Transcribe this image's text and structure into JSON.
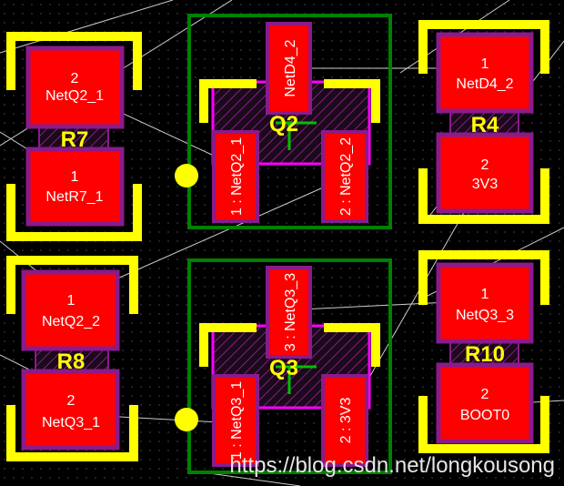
{
  "colors": {
    "background": "#000000",
    "silkscreen": "#ffff00",
    "pad": "#ff0000",
    "pad_outline": "#8b1a8b",
    "courtyard": "#008000",
    "ratsnest": "#cccccc",
    "assembly": "#ff00ff",
    "text": "#ffffff"
  },
  "components": {
    "r7": {
      "designator": "R7",
      "pad1": {
        "number": "2",
        "net": "NetQ2_1"
      },
      "pad2": {
        "number": "1",
        "net": "NetR7_1"
      }
    },
    "r8": {
      "designator": "R8",
      "pad1": {
        "number": "1",
        "net": "NetQ2_2"
      },
      "pad2": {
        "number": "2",
        "net": "NetQ3_1"
      }
    },
    "r4": {
      "designator": "R4",
      "pad1": {
        "number": "1",
        "net": "NetD4_2"
      },
      "pad2": {
        "number": "2",
        "net": "3V3"
      }
    },
    "r10": {
      "designator": "R10",
      "pad1": {
        "number": "1",
        "net": "NetQ3_3"
      },
      "pad2": {
        "number": "2",
        "net": "BOOT0"
      }
    },
    "q2": {
      "designator": "Q2",
      "pad_top": "NetD4_2",
      "pad_left": "1 : NetQ2_1",
      "pad_right": "2 : NetQ2_2"
    },
    "q3": {
      "designator": "Q3",
      "pad_top": "3 : NetQ3_3",
      "pad_left": "1 : NetQ3_1",
      "pad_right": "2 : 3V3"
    }
  },
  "watermark": "https://blog.csdn.net/longkousong"
}
